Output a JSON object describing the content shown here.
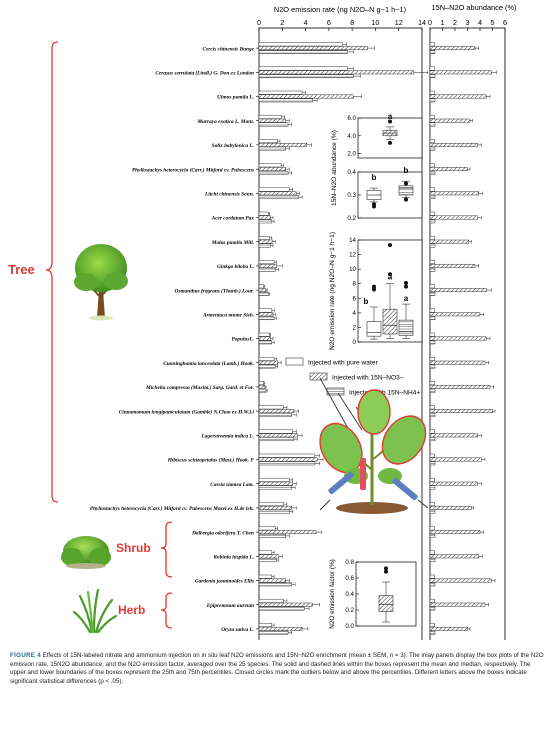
{
  "figure": {
    "x_axis_left_label": "N2O emission rate (ng N2O–N g−1 h−1)",
    "x_axis_right_label": "15N–N2O abundance (%)",
    "left_ticks": [
      "0",
      "2",
      "4",
      "6",
      "8",
      "10",
      "12",
      "14"
    ],
    "right_ticks": [
      "0",
      "1",
      "2",
      "3",
      "4",
      "5",
      "6"
    ],
    "group_labels": {
      "tree": "Tree",
      "shrub": "Shrub",
      "herb": "Herb"
    },
    "legend": {
      "pure_water": "Injected with pure water",
      "nitrate": "Injected with 15N–NO3−",
      "ammonium": "Injected with 15N–NH4+"
    },
    "inset_labels": {
      "abundance_ylabel": "15N–N2O abundance (%)",
      "emission_ylabel": "N2O emission rate (ng N2O–N g−1 h−1)",
      "factor_ylabel": "N2O emission factor (%)",
      "abundance_letters": [
        "b",
        "a",
        "b"
      ],
      "emission_letters": [
        "b",
        "a",
        "a"
      ],
      "abundance_ticks_top": [
        "6.0",
        "4.0",
        "2.0"
      ],
      "abundance_ticks_bottom": [
        "0.4",
        "0.3",
        "0.2"
      ],
      "emission_ticks": [
        "14",
        "12",
        "10",
        "8",
        "6",
        "4",
        "2",
        "0"
      ],
      "factor_ticks": [
        "0.8",
        "0.6",
        "0.4",
        "0.2",
        "0.0"
      ]
    }
  },
  "chart_data": {
    "type": "bar",
    "orientation": "horizontal",
    "categories": [
      "Cercis chinensis Bunge",
      "Cerasus serrulata (Lindl.) G. Don ex London",
      "Ulmus pumila L.",
      "Murraya exotica L. Mant.",
      "Salix babylonica L.",
      "Phyllostachys heterocycla (Carr.) Mitford cv. Pubescens",
      "Litchi chinensis Sonn.",
      "Acer cordatum Pax",
      "Malus pumila Mill.",
      "Ginkgo biloba L.",
      "Osmanthus fragrans (Thunb.) Lour.",
      "Armeniaca mume Sieb.",
      "PopulusL.",
      "Cunninghamia lanceolata (Lamb.) Hook.",
      "Michelia compressa (Maxim.) Sarg. Gard. et For.",
      "Cinnamomum longipaniculatum (Gamble) N.Chao ex H.W.Li",
      "Lagerstroemia indica L.",
      "Hibiscus schizopetalus (Mast.) Hook. F",
      "Cassia siamea Lam.",
      "Phyllostachys heterocycla (Carr.) Mitford cv. Pubescens Mazel ex H.de leh.",
      "Dalbergia odorifera T. Chen",
      "Robinia hispida L.",
      "Gardenia jasminoides Ellis",
      "Epipremnum aureum",
      "Oryza sativa L."
    ],
    "groups": [
      {
        "name": "Tree",
        "from": 0,
        "to": 19
      },
      {
        "name": "Shrub",
        "from": 20,
        "to": 22
      },
      {
        "name": "Herb",
        "from": 23,
        "to": 24
      }
    ],
    "emission_series": [
      {
        "name": "Injected with pure water",
        "values": [
          7.2,
          7.6,
          3.7,
          1.9,
          1.6,
          1.9,
          2.6,
          0.8,
          0.9,
          1.3,
          0.4,
          1.1,
          0.9,
          1.3,
          0.4,
          2.1,
          2.9,
          4.8,
          2.6,
          2.1,
          1.4,
          1.1,
          1.1,
          2.1,
          1.1
        ],
        "errors": [
          0.3,
          0.5,
          0.3,
          0.3,
          0.2,
          0.2,
          0.3,
          0.1,
          0.2,
          0.2,
          0.1,
          0.2,
          0.1,
          0.2,
          0.1,
          0.3,
          0.3,
          0.4,
          0.3,
          0.3,
          0.2,
          0.2,
          0.2,
          0.3,
          0.2
        ]
      },
      {
        "name": "Injected with 15N–NO3−",
        "values": [
          9.3,
          13.3,
          8.1,
          2.3,
          4.1,
          2.3,
          3.2,
          1.0,
          1.2,
          1.5,
          0.6,
          1.2,
          1.0,
          1.6,
          0.5,
          3.0,
          3.3,
          5.0,
          2.9,
          2.8,
          4.9,
          1.7,
          2.3,
          4.6,
          3.7
        ],
        "errors": [
          0.6,
          1.2,
          0.7,
          0.3,
          0.4,
          0.3,
          0.3,
          0.2,
          0.2,
          0.5,
          0.1,
          0.2,
          0.2,
          0.3,
          0.1,
          0.4,
          0.4,
          0.5,
          0.3,
          0.4,
          0.5,
          0.3,
          0.3,
          0.6,
          0.5
        ]
      },
      {
        "name": "Injected with 15N–NH4+",
        "values": [
          7.6,
          8.1,
          4.6,
          2.5,
          2.3,
          2.5,
          3.4,
          1.1,
          1.0,
          1.4,
          0.8,
          1.3,
          1.1,
          1.4,
          0.6,
          2.8,
          3.0,
          4.8,
          2.8,
          2.6,
          2.3,
          1.5,
          2.8,
          3.9,
          2.5
        ],
        "errors": [
          0.5,
          0.6,
          0.4,
          0.3,
          0.3,
          0.3,
          0.3,
          0.2,
          0.2,
          0.3,
          0.1,
          0.2,
          0.2,
          0.2,
          0.1,
          0.4,
          0.3,
          0.4,
          0.3,
          0.3,
          0.3,
          0.2,
          0.3,
          0.4,
          0.3
        ]
      }
    ],
    "abundance_series": [
      {
        "name": "Injected with pure water",
        "values": [
          0.37,
          0.37,
          0.37,
          0.37,
          0.37,
          0.37,
          0.37,
          0.37,
          0.37,
          0.37,
          0.37,
          0.37,
          0.37,
          0.37,
          0.37,
          0.37,
          0.37,
          0.37,
          0.37,
          0.37,
          0.37,
          0.37,
          0.37,
          0.37,
          0.37
        ]
      },
      {
        "name": "Injected with 15N–NO3−",
        "values": [
          3.6,
          4.9,
          4.5,
          3.2,
          3.8,
          3.0,
          3.9,
          3.8,
          3.1,
          3.6,
          4.5,
          4.0,
          4.5,
          4.4,
          4.8,
          5.0,
          3.8,
          4.1,
          3.8,
          3.3,
          4.0,
          3.9,
          4.9,
          4.4,
          3.0
        ],
        "errors": [
          0.3,
          0.4,
          0.3,
          0.2,
          0.3,
          0.2,
          0.3,
          0.3,
          0.2,
          0.3,
          0.4,
          0.3,
          0.3,
          0.3,
          0.3,
          0.2,
          0.3,
          0.3,
          0.3,
          0.2,
          0.3,
          0.3,
          0.3,
          0.3,
          0.2
        ]
      },
      {
        "name": "Injected with 15N–NH4+",
        "values": [
          0.4,
          0.4,
          0.4,
          0.4,
          0.4,
          0.4,
          0.4,
          0.4,
          0.4,
          0.4,
          0.4,
          0.4,
          0.4,
          0.4,
          0.4,
          0.4,
          0.4,
          0.4,
          0.4,
          0.4,
          0.4,
          0.4,
          0.4,
          0.4,
          0.4
        ]
      }
    ],
    "emission_axis": {
      "range": [
        0,
        14
      ],
      "ticks": [
        0,
        2,
        4,
        6,
        8,
        10,
        12,
        14
      ]
    },
    "abundance_axis": {
      "range": [
        0,
        6
      ],
      "ticks": [
        0,
        1,
        2,
        3,
        4,
        5,
        6
      ]
    },
    "insets": {
      "abundance_box": {
        "groups": [
          "Injected with pure water",
          "Injected with 15N–NO3−",
          "Injected with 15N–NH4+"
        ],
        "q1": [
          0.28,
          4.0,
          0.3
        ],
        "median": [
          0.3,
          4.3,
          0.33
        ],
        "q3": [
          0.32,
          4.6,
          0.34
        ],
        "whisker_low": [
          0.27,
          3.6,
          0.29
        ],
        "whisker_high": [
          0.33,
          5.0,
          0.36
        ],
        "outliers": [
          [
            0.25,
            0.26
          ],
          [
            3.2,
            5.6
          ],
          [
            0.28,
            0.35
          ]
        ]
      },
      "emission_box": {
        "groups": [
          "Injected with pure water",
          "Injected with 15N–NO3−",
          "Injected with 15N–NH4+"
        ],
        "q1": [
          0.8,
          1.1,
          0.9
        ],
        "median": [
          1.3,
          2.3,
          1.4
        ],
        "q3": [
          2.8,
          4.5,
          3.0
        ],
        "whisker_low": [
          0.4,
          0.5,
          0.5
        ],
        "whisker_high": [
          4.8,
          8.0,
          5.2
        ],
        "outliers": [
          [
            7.2,
            7.6
          ],
          [
            9.3,
            13.3
          ],
          [
            7.6,
            8.1
          ]
        ]
      },
      "factor_box": {
        "groups": [
          "Injected with 15N–NO3−"
        ],
        "q1": [
          0.18
        ],
        "median": [
          0.27
        ],
        "q3": [
          0.38
        ],
        "whisker_low": [
          0.05
        ],
        "whisker_high": [
          0.55
        ],
        "outliers": [
          [
            0.68,
            0.72
          ]
        ]
      }
    }
  },
  "caption": {
    "figure_label": "FIGURE 4",
    "text": "Effects of 15N-labeled nitrate and ammonium injection on in situ leaf N2O emissions and 15N−N2O enrichment (mean ± SEM, n = 3). The inlay panels display the box plots of the N2O emission rate, 15N2O abundance, and the N2O emission factor, averaged over the 25 species. The solid and dashed lines within the boxes represent the mean and median, respectively. The upper and lower boundaries of the boxes represent the 25th and 75th percentiles. Closed circles mark the outliers below and above the percentiles. Different letters above the boxes indicate significant statistical differences (p < .05)."
  }
}
